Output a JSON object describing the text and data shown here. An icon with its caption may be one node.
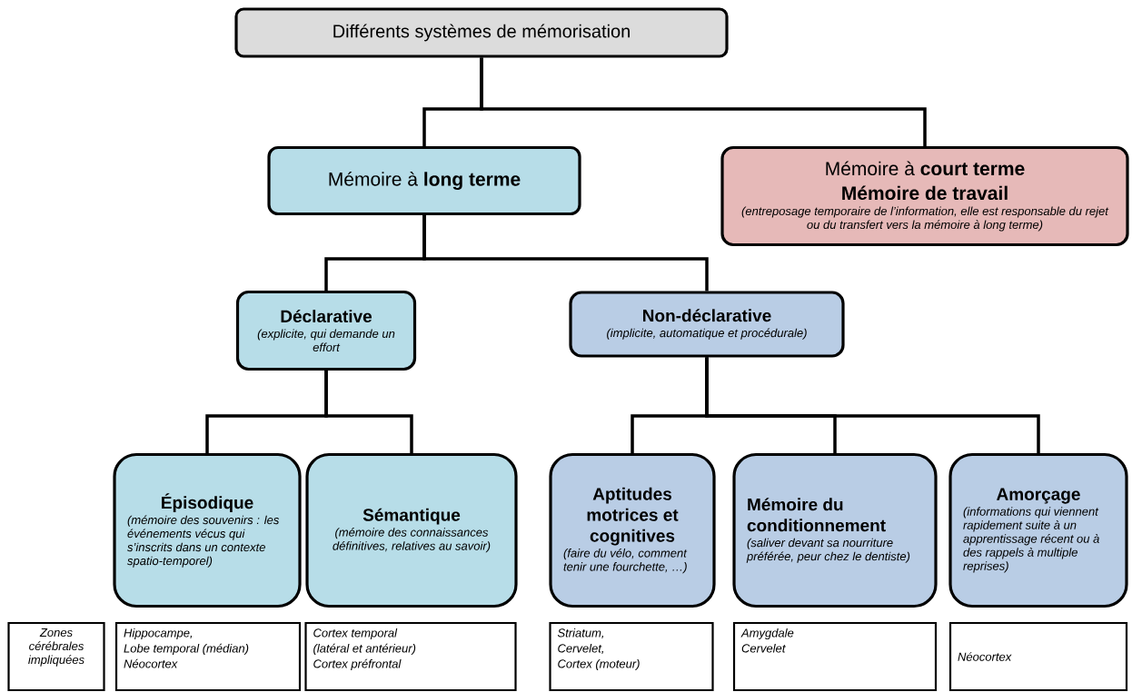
{
  "diagram": {
    "nodes": [
      {
        "text": [
          "Différents systèmes de mémorisation"
        ]
      },
      {
        "text": [
          "Mémoire à **long terme**"
        ]
      },
      {
        "text": [
          "Mémoire à **court terme**",
          "Mémoire de travail",
          "(entreposage temporaire de l’information, elle est responsable du rejet ou du transfert vers la mémoire à long terme)"
        ]
      },
      {
        "text": [
          "Déclarative",
          "(explicite, qui demande un effort"
        ]
      },
      {
        "text": [
          "Non-déclarative",
          "(implicite, automatique et procédurale)"
        ]
      },
      {
        "text": [
          "Épisodique",
          "(mémoire des souvenirs : les événements vécus qui s’inscrits dans un contexte spatio-temporel)"
        ]
      },
      {
        "text": [
          "Sémantique",
          "(mémoire des connaissances définitives, relatives au savoir)"
        ]
      },
      {
        "text": [
          "Aptitudes motrices et cognitives",
          "(faire du vélo, comment tenir une fourchette, …)"
        ]
      },
      {
        "text": [
          "Mémoire du conditionnement",
          "(saliver devant sa nourriture préférée, peur chez le dentiste)"
        ]
      },
      {
        "text": [
          "Amorçage",
          "(informations qui viennent rapidement suite à un apprentissage récent ou à des rappels à multiple reprises)"
        ]
      },
      {
        "text": [
          "Zones cérébrales impliquées"
        ]
      },
      {
        "text": [
          "Hippocampe,",
          "Lobe temporal (médian)",
          "Néocortex"
        ]
      },
      {
        "text": [
          "Cortex temporal",
          "(latéral et antérieur)",
          "Cortex préfrontal"
        ]
      },
      {
        "text": [
          "Striatum,",
          "Cervelet,",
          "Cortex (moteur)"
        ]
      },
      {
        "text": [
          "Amygdale",
          "Cervelet"
        ]
      },
      {
        "text": [
          "Néocortex"
        ]
      }
    ],
    "edges": [
      {
        "from": 0,
        "to": 1,
        "arrow": "none"
      },
      {
        "from": 0,
        "to": 2,
        "arrow": "none"
      },
      {
        "from": 1,
        "to": 3,
        "arrow": "none"
      },
      {
        "from": 1,
        "to": 4,
        "arrow": "none"
      },
      {
        "from": 3,
        "to": 5,
        "arrow": "none"
      },
      {
        "from": 3,
        "to": 6,
        "arrow": "none"
      },
      {
        "from": 4,
        "to": 7,
        "arrow": "none"
      },
      {
        "from": 4,
        "to": 8,
        "arrow": "none"
      },
      {
        "from": 4,
        "to": 9,
        "arrow": "none"
      }
    ]
  }
}
